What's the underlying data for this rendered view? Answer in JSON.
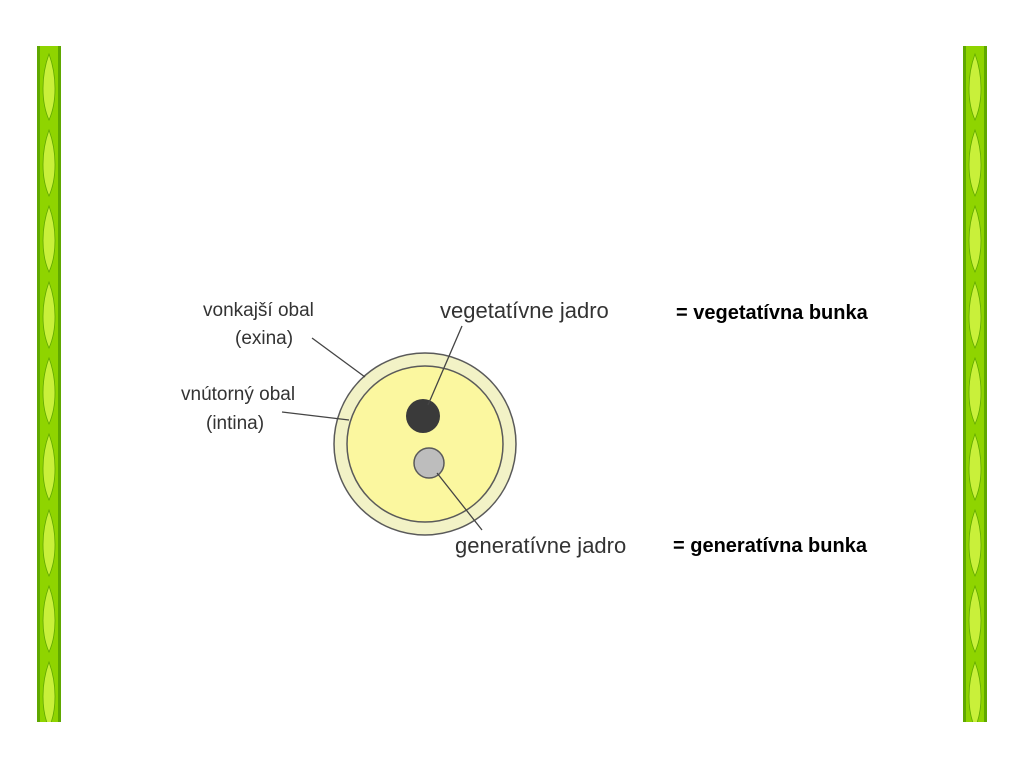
{
  "colors": {
    "bar_base": "#8fd400",
    "bar_highlight": "#c9f03a",
    "bar_edge": "#5fa800",
    "exine": "#f2f2c6",
    "intine": "#fbf79f",
    "ring_stroke": "#5a5a5a",
    "vegetative_nucleus": "#3a3a3a",
    "generative_nucleus": "#bdbdbd",
    "leader": "#444444"
  },
  "labels": {
    "exine_line1": "vonkajší obal",
    "exine_line2": "(exina)",
    "intine_line1": "vnútorný obal",
    "intine_line2": "(intina)",
    "vegetative_nucleus": "vegetatívne jadro",
    "generative_nucleus": "generatívne jadro"
  },
  "equivalences": {
    "vegetative_cell": "= vegetatívna bunka",
    "generative_cell": "= generatívna bunka"
  }
}
